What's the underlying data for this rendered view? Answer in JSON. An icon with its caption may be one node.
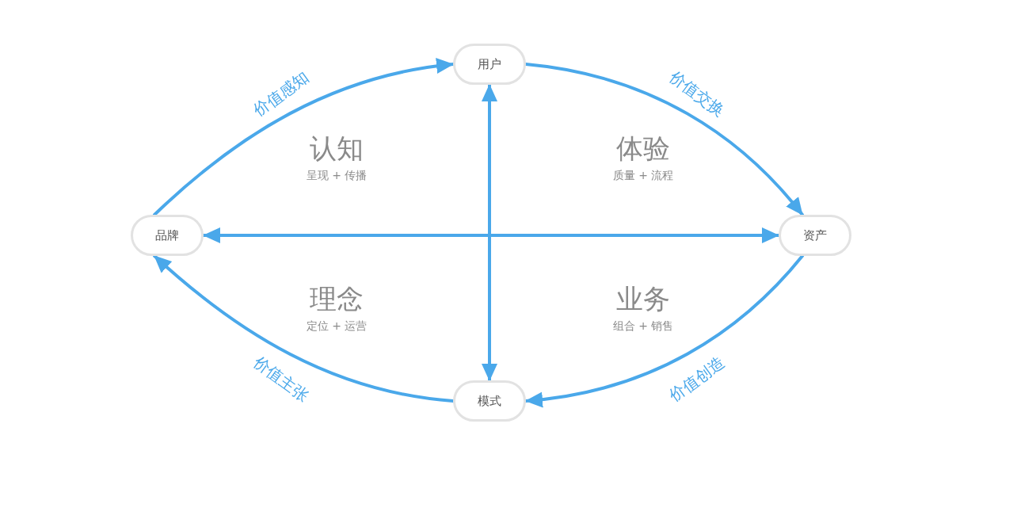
{
  "diagram": {
    "nodes": [
      {
        "text": [
          "用户"
        ]
      },
      {
        "text": [
          "品牌"
        ]
      },
      {
        "text": [
          "资产"
        ]
      },
      {
        "text": [
          "模式"
        ]
      }
    ],
    "edges": [
      {
        "from": 1,
        "to": 0,
        "arrow": "to",
        "label": "价值感知"
      },
      {
        "from": 0,
        "to": 2,
        "arrow": "to",
        "label": "价值交换"
      },
      {
        "from": 2,
        "to": 3,
        "arrow": "to",
        "label": "价值创造"
      },
      {
        "from": 3,
        "to": 1,
        "arrow": "to",
        "label": "价值主张"
      },
      {
        "from": 0,
        "to": 3,
        "arrow": "both"
      },
      {
        "from": 1,
        "to": 2,
        "arrow": "both"
      }
    ],
    "labels": [
      "认知",
      "呈现 + 传播",
      "体验",
      "质量 + 流程",
      "理念",
      "定位 + 运营",
      "业务",
      "组合 + 销售"
    ]
  }
}
